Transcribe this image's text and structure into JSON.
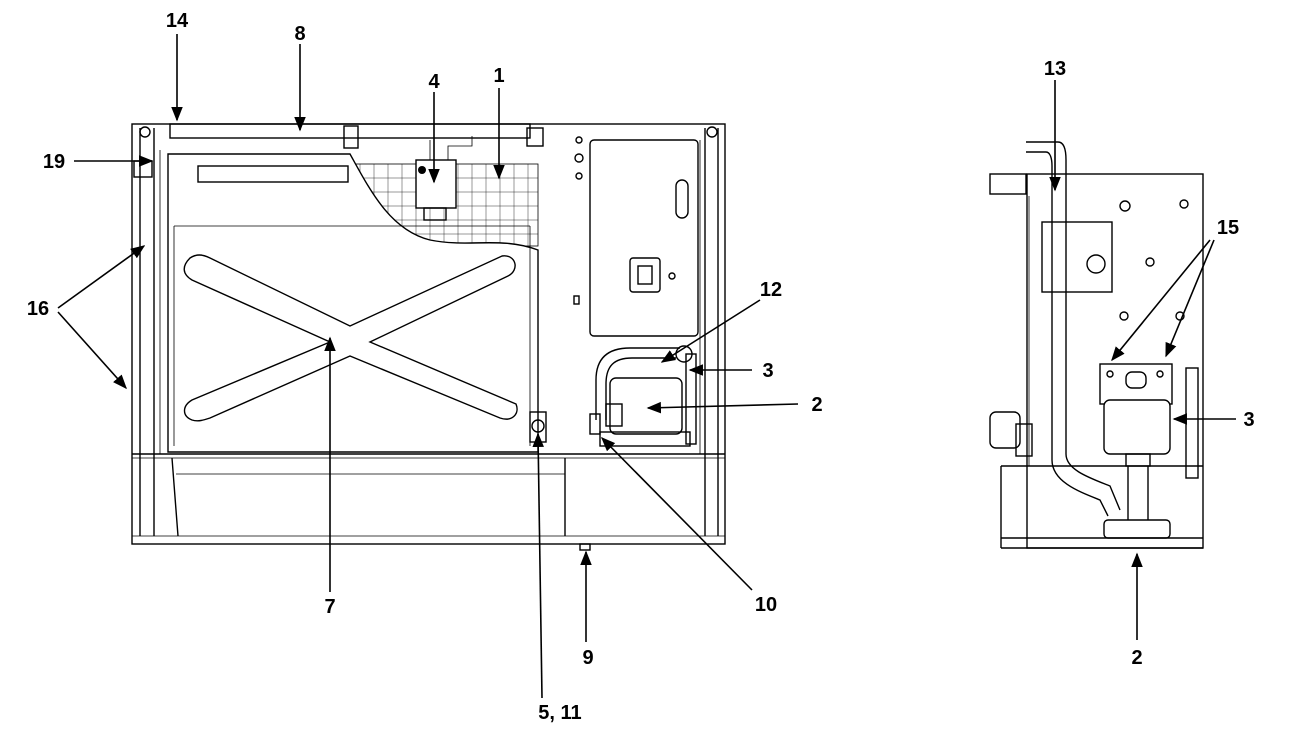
{
  "colors": {
    "ink": "#000000",
    "paper": "#ffffff"
  },
  "front_view": {
    "callouts": [
      {
        "id": "c14",
        "text": "14"
      },
      {
        "id": "c8",
        "text": "8"
      },
      {
        "id": "c4",
        "text": "4"
      },
      {
        "id": "c1",
        "text": "1"
      },
      {
        "id": "c19",
        "text": "19"
      },
      {
        "id": "c16",
        "text": "16"
      },
      {
        "id": "c12",
        "text": "12"
      },
      {
        "id": "c3",
        "text": "3"
      },
      {
        "id": "c2",
        "text": "2"
      },
      {
        "id": "c7",
        "text": "7"
      },
      {
        "id": "c10",
        "text": "10"
      },
      {
        "id": "c9",
        "text": "9"
      },
      {
        "id": "c5_11",
        "text": "5, 11"
      }
    ]
  },
  "side_view": {
    "callouts": [
      {
        "id": "c13",
        "text": "13"
      },
      {
        "id": "c15",
        "text": "15"
      },
      {
        "id": "c3s",
        "text": "3"
      },
      {
        "id": "c2s",
        "text": "2"
      }
    ]
  }
}
